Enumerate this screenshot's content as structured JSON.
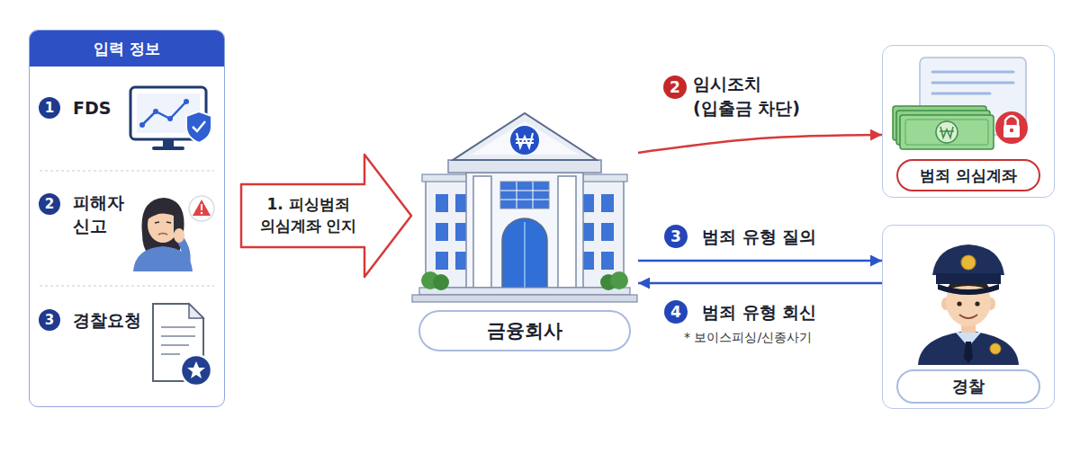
{
  "diagram": {
    "nodes": [
      {
        "text": [
          "입력 정보"
        ]
      },
      {
        "text": [
          "FDS"
        ],
        "in": 0
      },
      {
        "text": [
          "피해자 신고"
        ],
        "in": 0
      },
      {
        "text": [
          "경찰요청"
        ],
        "in": 0
      },
      {
        "text": [
          "금융회사"
        ]
      },
      {
        "text": [
          "범죄 의심계좌"
        ]
      },
      {
        "text": [
          "경찰"
        ]
      }
    ],
    "edges": [
      {
        "from": 0,
        "to": 4,
        "arrow": "to",
        "label": "1. 피싱범죄 의심계좌 인지"
      },
      {
        "from": 4,
        "to": 5,
        "arrow": "to",
        "label": "임시조치 (입출금 차단)"
      },
      {
        "from": 4,
        "to": 6,
        "arrow": "to",
        "label": "범죄 유형 질의"
      },
      {
        "from": 6,
        "to": 4,
        "arrow": "to",
        "label": "범죄 유형 회신"
      }
    ],
    "labels": [
      "1",
      "2",
      "3",
      "2",
      "3",
      "4",
      "* 보이스피싱/신종사기"
    ]
  }
}
